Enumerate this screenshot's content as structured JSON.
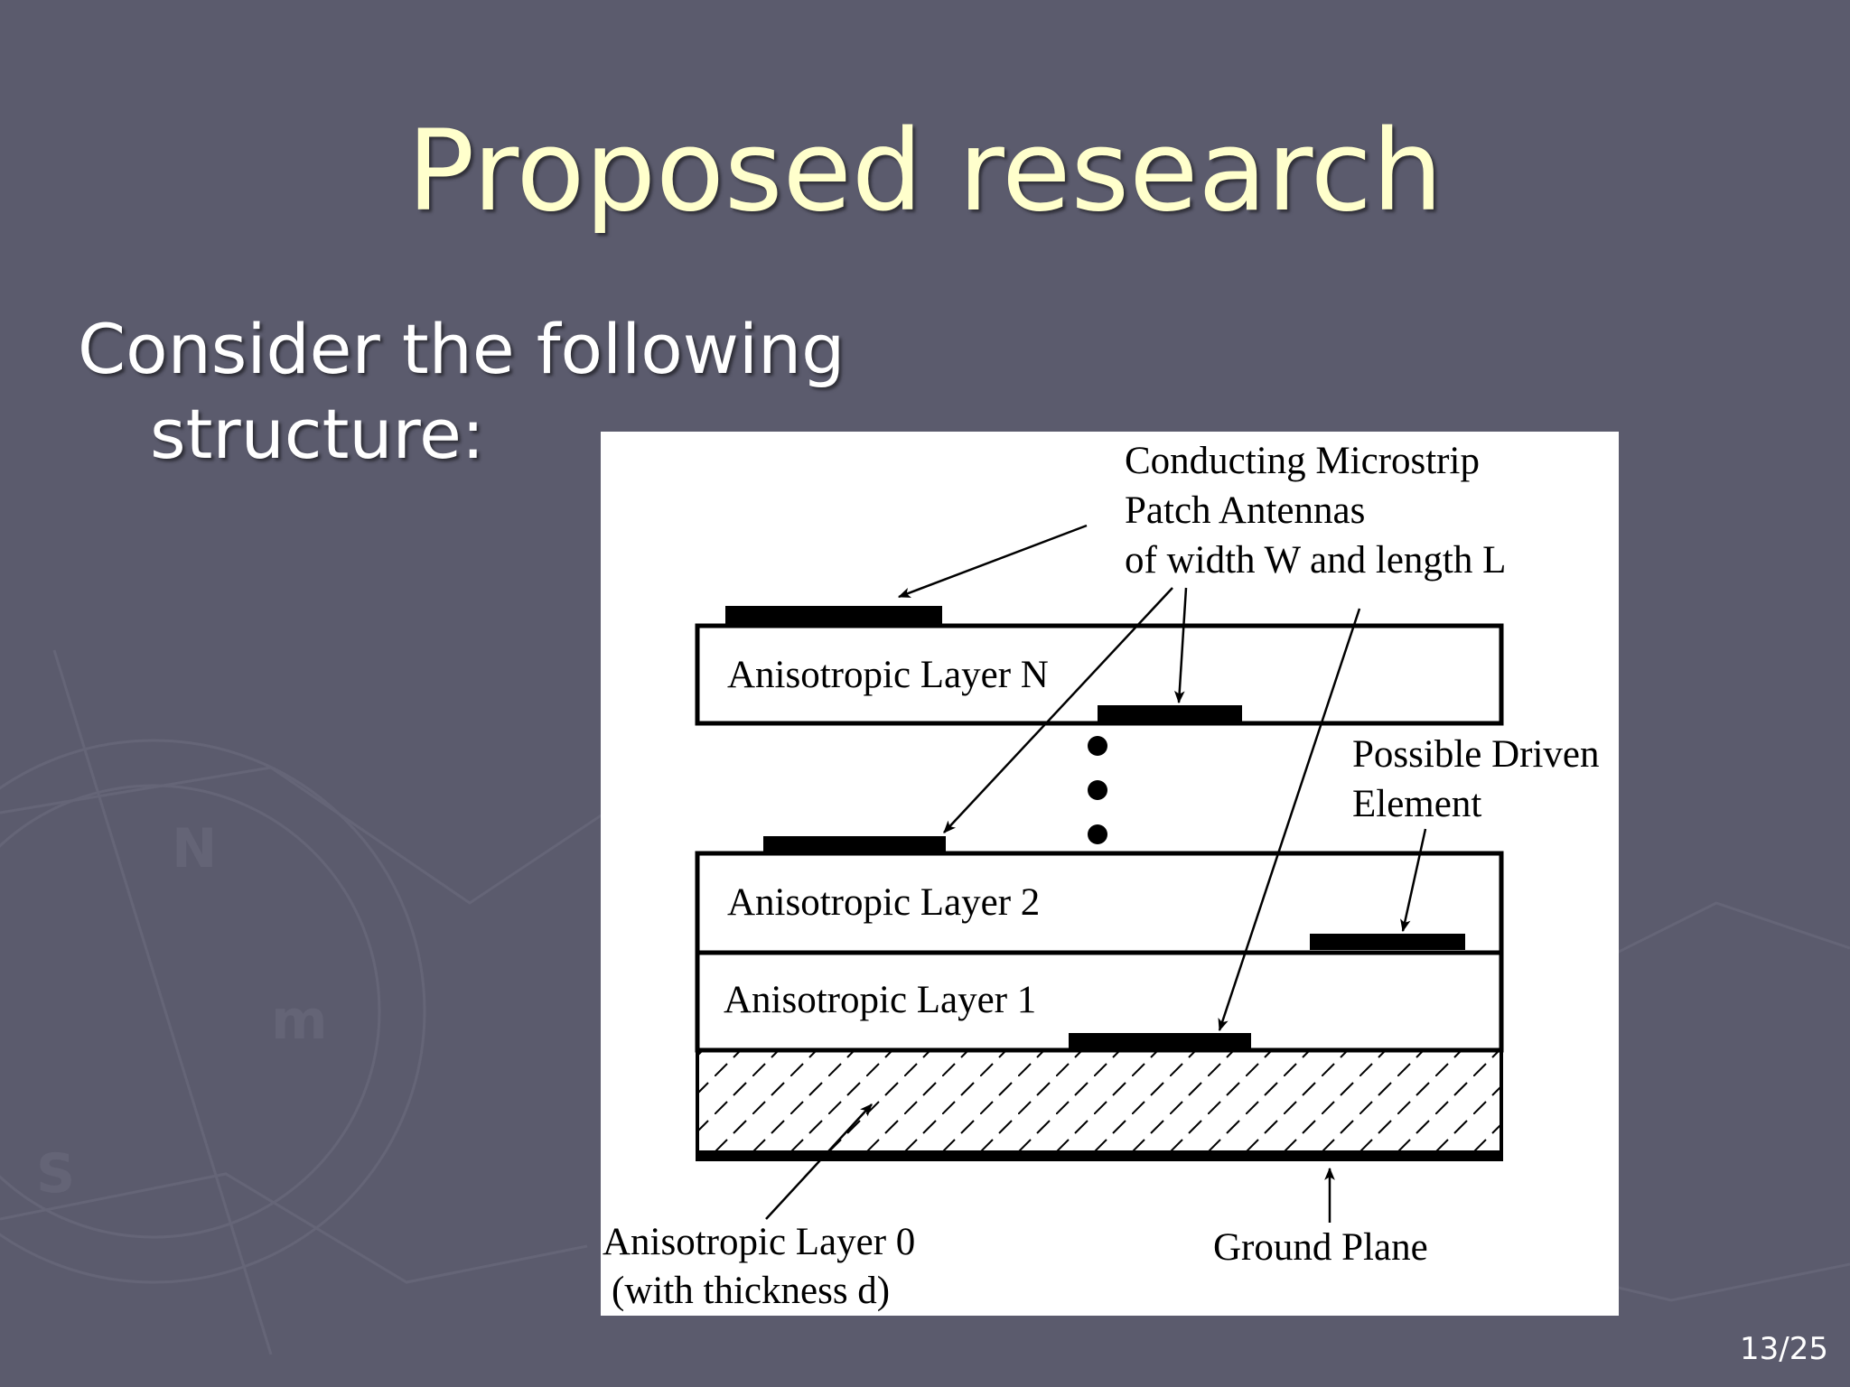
{
  "slide": {
    "title": "Proposed research",
    "bullet_line1": "Consider the following",
    "bullet_line2": "structure:",
    "page_number": "13/25"
  },
  "diagram": {
    "labels": {
      "antennas_line1": "Conducting Microstrip",
      "antennas_line2": "Patch Antennas",
      "antennas_line3": "of width W and length L",
      "layer_n": "Anisotropic Layer N",
      "layer_2": "Anisotropic Layer 2",
      "layer_1": "Anisotropic Layer 1",
      "driven_line1": "Possible Driven",
      "driven_line2": "Element",
      "layer_0_line1": "Anisotropic Layer 0",
      "layer_0_line2": "(with thickness d)",
      "ground": "Ground Plane"
    }
  },
  "colors": {
    "background": "#5b5b6d",
    "title": "#ffffcc",
    "text": "#ffffff"
  }
}
